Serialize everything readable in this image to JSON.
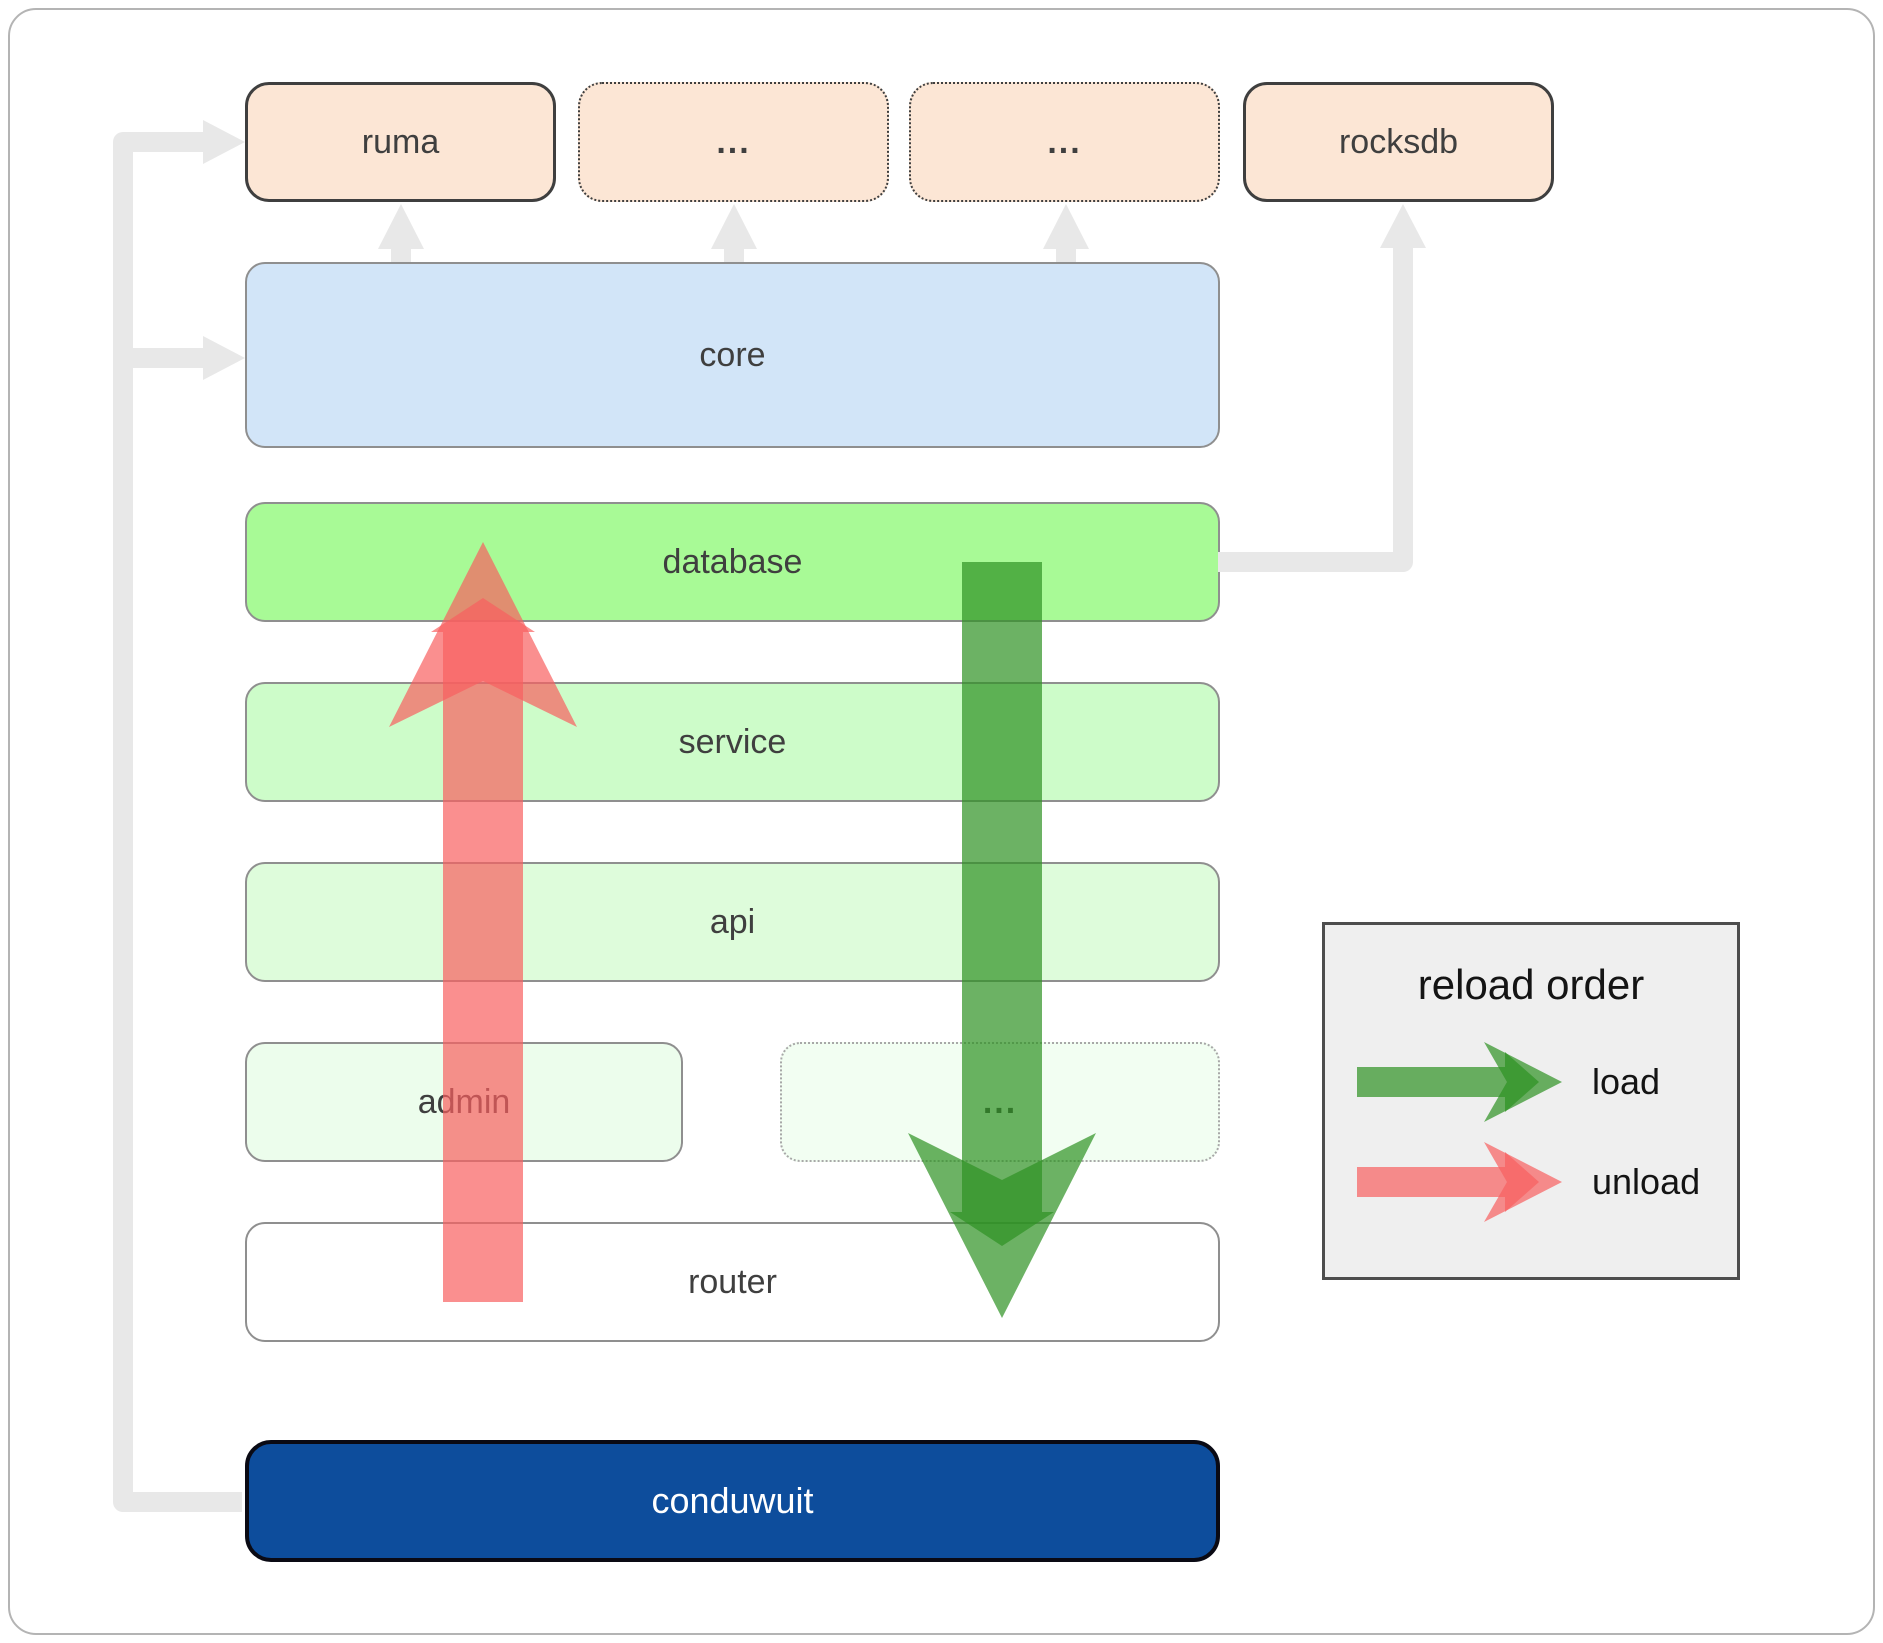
{
  "diagram": {
    "top_row": [
      {
        "id": "ruma",
        "label": "ruma"
      },
      {
        "id": "modules-1",
        "label": "..."
      },
      {
        "id": "modules-2",
        "label": "..."
      },
      {
        "id": "rocksdb",
        "label": "rocksdb"
      }
    ],
    "layers": [
      {
        "id": "core",
        "label": "core"
      },
      {
        "id": "database",
        "label": "database"
      },
      {
        "id": "service",
        "label": "service"
      },
      {
        "id": "api",
        "label": "api"
      }
    ],
    "admin_row": [
      {
        "id": "admin",
        "label": "admin"
      },
      {
        "id": "modules-3",
        "label": "..."
      }
    ],
    "router": {
      "label": "router"
    },
    "conduwuit": {
      "label": "conduwuit"
    },
    "edges": [
      {
        "from": "conduwuit",
        "to": "ruma",
        "style": "gray"
      },
      {
        "from": "conduwuit",
        "to": "core",
        "style": "gray"
      },
      {
        "from": "core",
        "to": "ruma",
        "style": "gray"
      },
      {
        "from": "core",
        "to": "modules-1",
        "style": "gray"
      },
      {
        "from": "core",
        "to": "modules-2",
        "style": "gray"
      },
      {
        "from": "database",
        "to": "rocksdb",
        "style": "gray"
      },
      {
        "from": "database",
        "to": "router",
        "style": "load"
      },
      {
        "from": "router",
        "to": "database",
        "style": "unload"
      }
    ]
  },
  "legend": {
    "title": "reload order",
    "items": [
      {
        "label": "load",
        "color": "#2d9122"
      },
      {
        "label": "unload",
        "color": "#f85f5f"
      }
    ]
  },
  "colors": {
    "peach_fill": "#fce6d5",
    "core_fill": "#d2e5f8",
    "database_fill": "#a8fa96",
    "service_fill": "#cdfcc9",
    "api_fill": "#defcdb",
    "admin_fill": "#ecfdec",
    "modules3_fill": "#f2fef2",
    "router_fill": "#ffffff",
    "conduwuit_fill": "#0d4d9c",
    "legend_fill": "#efefef",
    "connector": "#e8e8e8",
    "load_arrow": "#2d9122",
    "unload_arrow": "#f85f5f"
  }
}
